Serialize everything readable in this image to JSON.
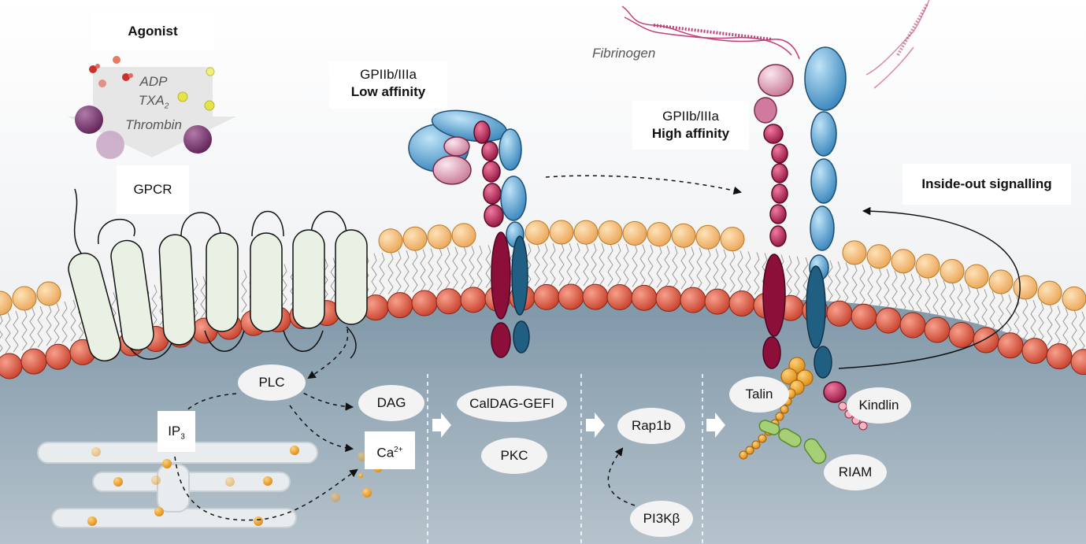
{
  "agonist": {
    "title": "Agonist",
    "items": [
      "ADP",
      "TXA",
      "2",
      "Thrombin"
    ]
  },
  "receptor": {
    "gpcr": "GPCR"
  },
  "integrin": {
    "low_name": "GPIIb/IIIa",
    "low_state": "Low affinity",
    "high_name": "GPIIb/IIIa",
    "high_state": "High affinity",
    "ligand": "Fibrinogen"
  },
  "signalling": {
    "label": "Inside-out signalling"
  },
  "cytoplasm": {
    "plc": "PLC",
    "dag": "DAG",
    "ip3_main": "IP",
    "ip3_sub": "3",
    "ca_main": "Ca",
    "ca_sup": "2+",
    "caldag": "CalDAG-GEFI",
    "pkc": "PKC",
    "rap1b": "Rap1b",
    "pi3k": "PI3Kβ",
    "talin": "Talin",
    "kindlin": "Kindlin",
    "riam": "RIAM"
  },
  "colors": {
    "background_top": "#ffffff",
    "background_mid": "#e9ecef",
    "cytoplasm": "#a7b8c4",
    "lipid_outer": "#f6c37c",
    "lipid_inner": "#e5684e",
    "alpha_subunit": "#b3144b",
    "beta_subunit": "#4a9fd0",
    "gpcr_fill": "#e7f1e3"
  }
}
